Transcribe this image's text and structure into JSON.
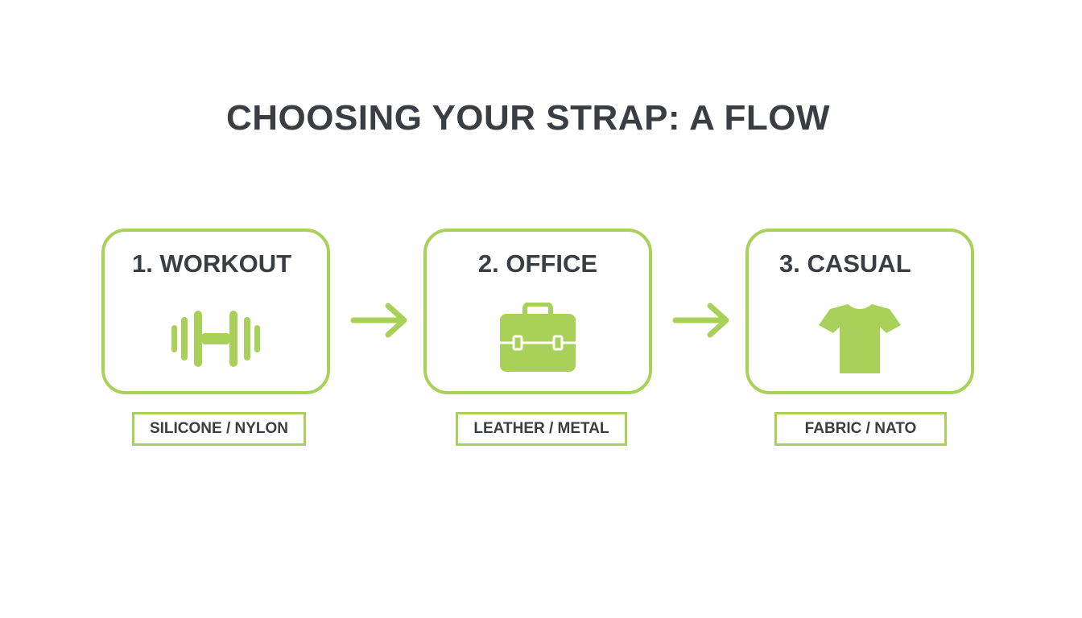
{
  "title": "CHOOSING YOUR STRAP: A FLOW",
  "accent_color": "#a9d15a",
  "text_color": "#3a3d42",
  "steps": [
    {
      "label": "1. WORKOUT",
      "icon": "dumbbell-icon",
      "material": "SILICONE / NYLON"
    },
    {
      "label": "2. OFFICE",
      "icon": "briefcase-icon",
      "material": "LEATHER / METAL"
    },
    {
      "label": "3. CASUAL",
      "icon": "tshirt-icon",
      "material": "FABRIC / NATO"
    }
  ]
}
